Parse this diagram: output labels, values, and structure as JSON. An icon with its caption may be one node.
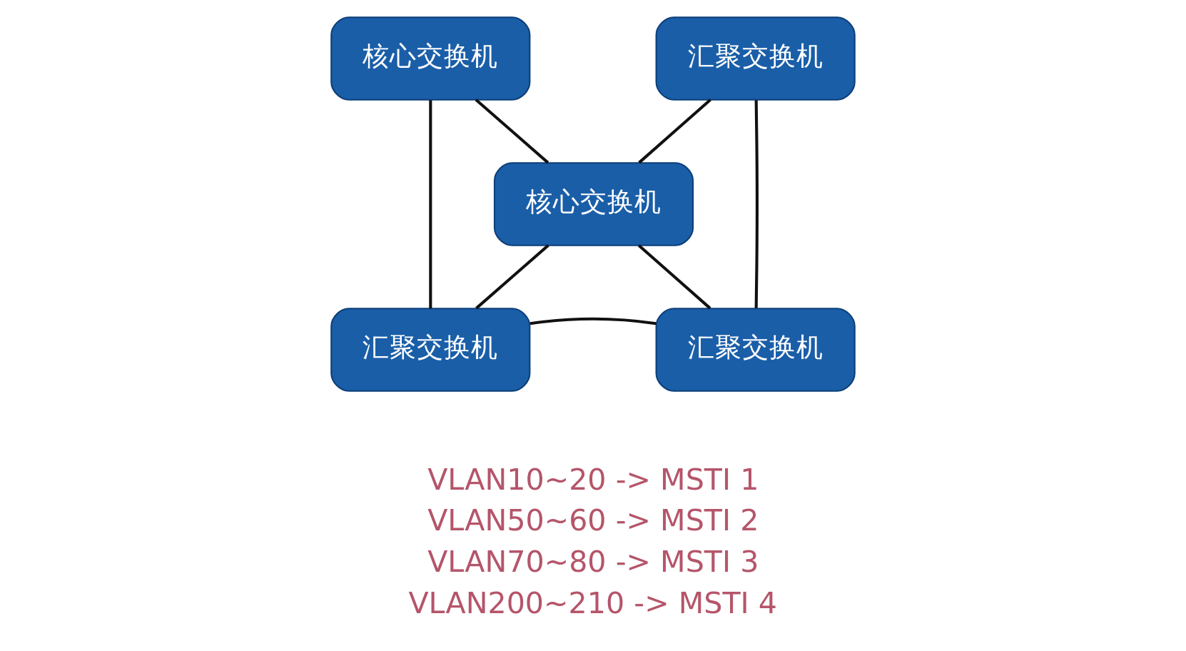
{
  "diagram": {
    "nodes": [
      {
        "text": [
          "核心交换机"
        ]
      },
      {
        "text": [
          "汇聚交换机"
        ]
      },
      {
        "text": [
          "核心交换机"
        ]
      },
      {
        "text": [
          "汇聚交换机"
        ]
      },
      {
        "text": [
          "汇聚交换机"
        ]
      }
    ],
    "edges": [
      {
        "from": 0,
        "to": 2,
        "arrow": "none"
      },
      {
        "from": 2,
        "to": 1,
        "arrow": "none"
      },
      {
        "from": 0,
        "to": 3,
        "arrow": "none"
      },
      {
        "from": 3,
        "to": 2,
        "arrow": "none"
      },
      {
        "from": 2,
        "to": 4,
        "arrow": "none"
      },
      {
        "from": 1,
        "to": 4,
        "arrow": "none"
      },
      {
        "from": 3,
        "to": 4,
        "arrow": "none"
      }
    ],
    "labels": [
      "VLAN10~20 -> MSTI 1",
      "VLAN50~60 -> MSTI 2",
      "VLAN70~80 -> MSTI 3",
      "VLAN200~210 -> MSTI 4"
    ]
  }
}
